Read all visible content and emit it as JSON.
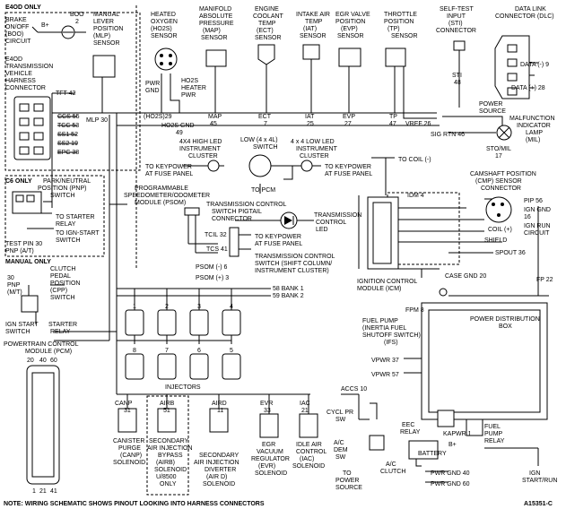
{
  "labels": {
    "e4od_only": "E4OD ONLY",
    "brake_onoff": [
      "BRAKE",
      "ON/OFF",
      "(BOO)",
      "CIRCUIT"
    ],
    "boo2": [
      "BOO",
      "2"
    ],
    "bplus_top": "B+",
    "e4od_conn": [
      "E4OD",
      "TRANSMISSION",
      "VEHICLE",
      "HARNESS",
      "CONNECTOR"
    ],
    "tft42": "TFT 42",
    "trans_pins": [
      "CCS 55",
      "TCC 53",
      "SS1 52",
      "SS2 19",
      "EPC 38"
    ],
    "mlp": [
      "MANUAL",
      "LEVER",
      "POSITION",
      "(MLP)",
      "SENSOR"
    ],
    "mlp30": "MLP 30",
    "ho2s": [
      "HEATED",
      "OXYGEN",
      "(HO2S)",
      "SENSOR"
    ],
    "pwr_gnd": [
      "PWR",
      "GND"
    ],
    "ho2s_heater": [
      "HO2S",
      "HEATER",
      "PWR"
    ],
    "ho2s29": "(HO2S)29",
    "ho2s_gnd": [
      "HO2S GND",
      "49"
    ],
    "map": [
      "MANIFOLD",
      "ABSOLUTE",
      "PRESSURE",
      "(MAP)",
      "SENSOR"
    ],
    "map45": [
      "MAP",
      "45"
    ],
    "ect": [
      "ENGINE",
      "COOLANT",
      "TEMP",
      "(ECT)",
      "SENSOR"
    ],
    "ect7": [
      "ECT",
      "7"
    ],
    "iat": [
      "INTAKE AIR",
      "TEMP",
      "(IAT)",
      "SENSOR"
    ],
    "iat25": [
      "IAT",
      "25"
    ],
    "evp": [
      "EGR VALVE",
      "POSITION",
      "(EVP)",
      "SENSOR"
    ],
    "evp27": [
      "EVP",
      "27"
    ],
    "tp": [
      "THROTTLE",
      "POSITION",
      "(TP)",
      "SENSOR"
    ],
    "tp47": [
      "TP",
      "47"
    ],
    "vref": "VREF 26",
    "sigrtn": "SIG RTN 46",
    "sti": [
      "SELF-TEST",
      "INPUT",
      "(STI)",
      "CONNECTOR"
    ],
    "sti48": [
      "STI",
      "48"
    ],
    "dlc": [
      "DATA LINK",
      "CONNECTOR (DLC)"
    ],
    "data_minus": "DATA (-) 9",
    "data_plus": "DATA (+) 28",
    "power_source": [
      "POWER",
      "SOURCE"
    ],
    "mil": [
      "MALFUNCTION",
      "INDICATOR",
      "LAMP",
      "(MIL)"
    ],
    "sto": [
      "STO/MIL",
      "17"
    ],
    "led_4x4_high": [
      "4X4 HIGH LED",
      "INSTRUMENT",
      "CLUSTER"
    ],
    "low_4x4l": [
      "LOW (4 x 4L)",
      "SWITCH"
    ],
    "led_4x4_low": [
      "4 x 4 LOW LED",
      "INSTRUMENT",
      "CLUSTER"
    ],
    "to_keypower_left": [
      "TO KEYPOWER",
      "AT FUSE PANEL"
    ],
    "to_keypower_right": [
      "TO KEYPOWER",
      "AT FUSE PANEL"
    ],
    "to_pcm": "TO PCM",
    "c6_only": "C6 ONLY",
    "pnp": [
      "PARK/NEUTRAL",
      "POSITION (PNP)",
      "SWITCH"
    ],
    "to_starter_relay": [
      "TO STARTER",
      "RELAY"
    ],
    "to_ign_start": [
      "TO IGN-START",
      "SWITCH"
    ],
    "test_pin": [
      "TEST PIN 30",
      "PNP (A/T)"
    ],
    "psom": [
      "PROGRAMMABLE",
      "SPEEDOMETER/ODOMETER",
      "MODULE (PSOM)"
    ],
    "tcs_pigtail": [
      "TRANSMISSION CONTROL",
      "SWITCH PIGTAIL",
      "CONNECTOR"
    ],
    "tcl32": "TCIL 32",
    "tcs41": "TCS 41",
    "tc_led": [
      "TRANSMISSION",
      "CONTROL",
      "LED"
    ],
    "to_keypower_fuse": [
      "TO KEYPOWER",
      "AT FUSE PANEL"
    ],
    "tcs_switch": [
      "TRANSMISSION CONTROL",
      "SWITCH (SHIFT COLUMN/",
      "INSTRUMENT CLUSTER)"
    ],
    "psom_minus": "PSOM (-) 6",
    "psom_plus": "PSOM (+) 3",
    "to_coil_top": "TO COIL (-)",
    "cmp": [
      "CAMSHAFT POSITION",
      "(CMP) SENSOR",
      "CONNECTOR"
    ],
    "idm4": "IDM 4",
    "pip56": "PIP 56",
    "ign_gnd16": [
      "IGN GND",
      "16"
    ],
    "ign_run": [
      "IGN RUN",
      "CIRCUIT"
    ],
    "coil_plus": "COIL (+)",
    "shield": "SHIELD",
    "spout36": "SPOUT 36",
    "icm": [
      "IGNITION CONTROL",
      "MODULE (ICM)"
    ],
    "case_gnd": "CASE GND 20",
    "fp22": "FP 22",
    "manual_only": "MANUAL ONLY",
    "thirty_pnp": [
      "30",
      "PNP",
      "(M/T)"
    ],
    "cpp": [
      "CLUTCH",
      "PEDAL",
      "POSITION",
      "(CPP)",
      "SWITCH"
    ],
    "ign_start_sw": [
      "IGN START",
      "SWITCH"
    ],
    "starter_relay": [
      "STARTER",
      "RELAY"
    ],
    "bank1": "58 BANK 1",
    "bank2": "59 BANK 2",
    "injector_nums_top": [
      "1",
      "2",
      "3",
      "4"
    ],
    "injector_nums_bottom": [
      "8",
      "7",
      "6",
      "5"
    ],
    "injectors": "INJECTORS",
    "fpm8": "FPM 8",
    "fuel_pump": [
      "FUEL PUMP",
      "(INERTIA FUEL",
      "SHUTOFF SWITCH)",
      "(IFS)"
    ],
    "pdb": [
      "POWER DISTRIBUTION",
      "BOX"
    ],
    "vpwr37": "VPWR 37",
    "vpwr57": "VPWR 57",
    "pcm": [
      "POWERTRAIN CONTROL",
      "MODULE (PCM)"
    ],
    "pcm_top_nums": [
      "20",
      "40",
      "60"
    ],
    "pcm_bottom_nums": [
      "1",
      "21",
      "41"
    ],
    "canp": [
      "CANP",
      "31"
    ],
    "canister": [
      "CANISTER",
      "PURGE",
      "(CANP)",
      "SOLENOID"
    ],
    "airb": [
      "AIRB",
      "51"
    ],
    "secondary_bypass": [
      "SECONDARY",
      "AIR INJECTION",
      "BYPASS",
      "(AIRB)",
      "SOLENOID",
      "U/8500",
      "ONLY"
    ],
    "aird": [
      "AIRD",
      "11"
    ],
    "secondary_diverter": [
      "SECONDARY",
      "AIR INJECTION",
      "DIVERTER",
      "(AIR D)",
      "SOLENOID"
    ],
    "evr": [
      "EVR",
      "33"
    ],
    "egr": [
      "EGR",
      "VACUUM",
      "REGULATOR",
      "(EVR)",
      "SOLENOID"
    ],
    "iac": [
      "IAC",
      "21"
    ],
    "iac_sol": [
      "IDLE AIR",
      "CONTROL",
      "(IAC)",
      "SOLENOID"
    ],
    "accs": "ACCS 10",
    "cycl": [
      "CYCL PR",
      "SW"
    ],
    "ac_dem": [
      "A/C",
      "DEM",
      "SW"
    ],
    "to_power_source": [
      "TO",
      "POWER",
      "SOURCE"
    ],
    "ac_clutch": [
      "A/C",
      "CLUTCH"
    ],
    "eec": [
      "EEC",
      "RELAY"
    ],
    "kapwr": "KAPWR 1",
    "bplus_bottom": "B+",
    "fuel_pump_relay": [
      "FUEL",
      "PUMP",
      "RELAY"
    ],
    "battery": "BATTERY",
    "pwr_gnd40": "PWR GND 40",
    "pwr_gnd60": "PWR GND 60",
    "ign_start_run": [
      "IGN",
      "START/RUN"
    ],
    "note": "NOTE: WIRING SCHEMATIC SHOWS PINOUT LOOKING INTO HARNESS CONNECTORS",
    "fig_id": "A15351-C"
  }
}
